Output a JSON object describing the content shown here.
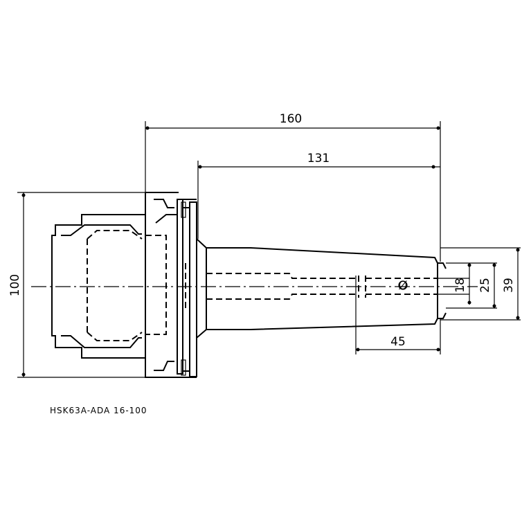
{
  "dimensions": {
    "overall_length": "160",
    "gauge_length": "131",
    "flange_diameter": "100",
    "bore_length": "45",
    "bore_diameter": "18",
    "collar_diameter": "25",
    "nose_diameter": "39",
    "center_mark": "Ø"
  },
  "part_note": "HSK63A-ADA 16-100"
}
